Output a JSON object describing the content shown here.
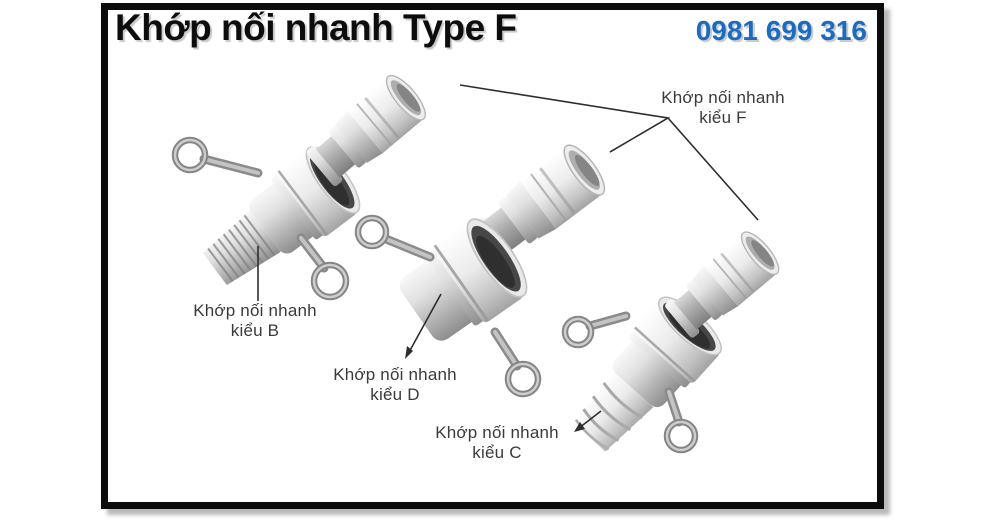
{
  "header": {
    "title": "Khớp nối nhanh Type F",
    "phone": "0981 699 316"
  },
  "labels": {
    "f": {
      "line1": "Khớp nối nhanh",
      "line2": "kiểu F"
    },
    "b": {
      "line1": "Khớp nối nhanh",
      "line2": "kiểu B"
    },
    "d": {
      "line1": "Khớp nối nhanh",
      "line2": "kiểu D"
    },
    "c": {
      "line1": "Khớp nối nhanh",
      "line2": "kiểu C"
    }
  },
  "colors": {
    "phone_blue": "#1b6bc0",
    "label_text": "#3a3a3a",
    "frame_border": "#0c0c0c",
    "callout_line": "#2e2e2e"
  }
}
